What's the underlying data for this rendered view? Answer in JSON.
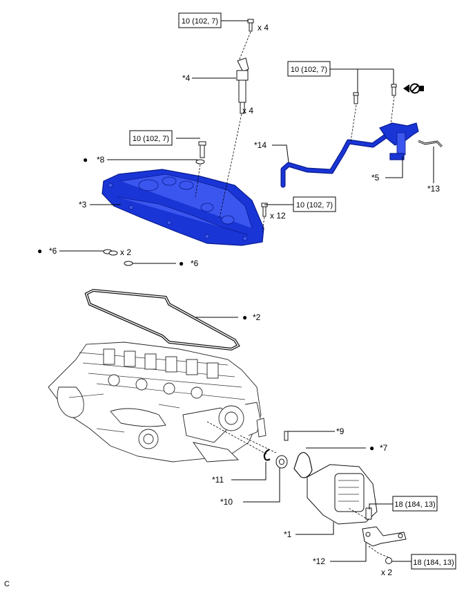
{
  "torque_labels": {
    "coil_bolt": "10 (102, 7)",
    "valve_bolts": "10 (102, 7)",
    "stud_bolt": "10 (102, 7)",
    "cover_bolts": "10 (102, 7)",
    "housing_bolt": "18 (184, 13)",
    "bracket_nuts": "18 (184, 13)"
  },
  "quantities": {
    "coil_bolt": "x 4",
    "coil": "x 4",
    "cover_bolts": "x 12",
    "gasket": "x 2",
    "bracket_nuts": "x 2"
  },
  "part_labels": {
    "p1": "*1",
    "p2": "*2",
    "p3": "*3",
    "p4": "*4",
    "p5": "*5",
    "p6a": "*6",
    "p6b": "*6",
    "p7": "*7",
    "p8": "*8",
    "p9": "*9",
    "p10": "*10",
    "p11": "*11",
    "p12": "*12",
    "p13": "*13",
    "p14": "*14"
  },
  "bullet": "●",
  "corner_code": "C",
  "icons": [
    "do-not-reuse-icon",
    "non-reusable-part-bullet"
  ]
}
